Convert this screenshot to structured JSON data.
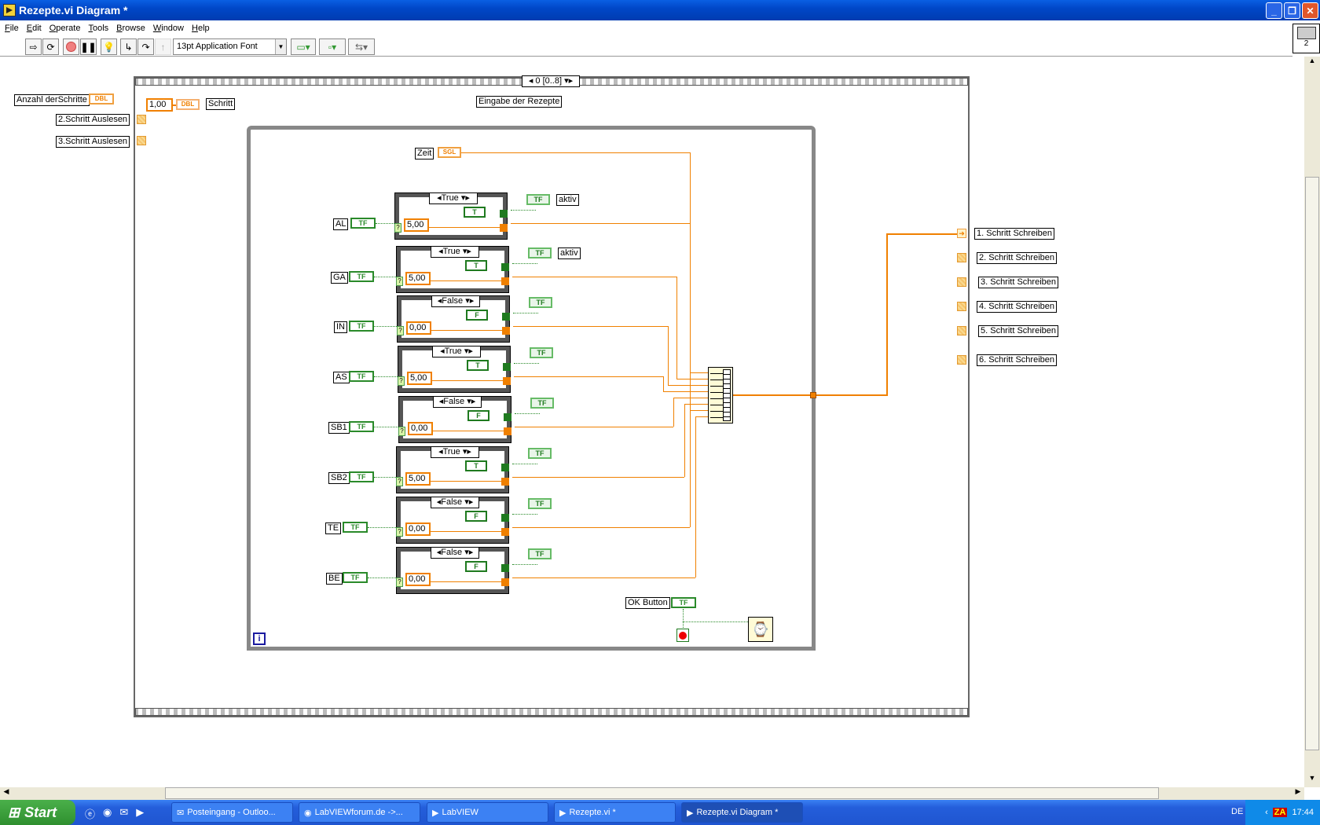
{
  "window": {
    "title": "Rezepte.vi Diagram *",
    "controls": [
      "minimize",
      "restore",
      "close"
    ]
  },
  "menu": [
    "File",
    "Edit",
    "Operate",
    "Tools",
    "Browse",
    "Window",
    "Help"
  ],
  "toolbar": {
    "buttons": [
      "run-icon",
      "run-continuously-icon",
      "abort-icon",
      "pause-icon",
      "highlight-execution-icon",
      "step-into-icon",
      "step-over-icon",
      "step-out-icon"
    ],
    "font_select": "13pt Application Font",
    "align_label": "align",
    "distribute_label": "distribute",
    "reorder_label": "reorder"
  },
  "vi_icon": {
    "number": "2"
  },
  "diagram": {
    "left_controls": [
      {
        "label": "Anzahl derSchritte",
        "type": "DBL"
      },
      {
        "label": "2.Schritt Auslesen"
      },
      {
        "label": "3.Schritt Auslesen"
      }
    ],
    "sequence": {
      "selector": "0 [0..8]",
      "title_label": "Eingabe der Rezepte",
      "const_value": "1,00",
      "const_type": "DBL",
      "schritt_label": "Schritt"
    },
    "zeit": {
      "label": "Zeit",
      "type": "SGL"
    },
    "cases": [
      {
        "label": "AL",
        "selector": "True",
        "value": "5,00",
        "const": "T",
        "indicator_label": "aktiv"
      },
      {
        "label": "GA",
        "selector": "True",
        "value": "5,00",
        "const": "T",
        "indicator_label": "aktiv"
      },
      {
        "label": "IN",
        "selector": "False",
        "value": "0,00",
        "const": "F",
        "indicator_label": ""
      },
      {
        "label": "AS",
        "selector": "True",
        "value": "5,00",
        "const": "T",
        "indicator_label": ""
      },
      {
        "label": "SB1",
        "selector": "False",
        "value": "0,00",
        "const": "F",
        "indicator_label": ""
      },
      {
        "label": "SB2",
        "selector": "True",
        "value": "5,00",
        "const": "T",
        "indicator_label": ""
      },
      {
        "label": "TE",
        "selector": "False",
        "value": "0,00",
        "const": "F",
        "indicator_label": ""
      },
      {
        "label": "BE",
        "selector": "False",
        "value": "0,00",
        "const": "F",
        "indicator_label": ""
      }
    ],
    "tf_text": "TF",
    "ok_button": {
      "label": "OK Button",
      "type": "TF"
    },
    "iteration_label": "i",
    "outputs": [
      "1. Schritt Schreiben",
      "2. Schritt Schreiben",
      "3. Schritt Schreiben",
      "4. Schritt Schreiben",
      "5. Schritt Schreiben",
      "6. Schritt Schreiben"
    ]
  },
  "taskbar": {
    "start": "Start",
    "items": [
      {
        "label": "Posteingang - Outloo...",
        "active": false
      },
      {
        "label": "LabVIEWforum.de ->...",
        "active": false
      },
      {
        "label": "LabVIEW",
        "active": false
      },
      {
        "label": "Rezepte.vi *",
        "active": false
      },
      {
        "label": "Rezepte.vi Diagram *",
        "active": true
      }
    ],
    "lang": "DE",
    "clock": "17:44"
  },
  "colors": {
    "wire_numeric": "#f08000",
    "wire_boolean": "#2a8a2a",
    "title_blue": "#0047c8"
  }
}
